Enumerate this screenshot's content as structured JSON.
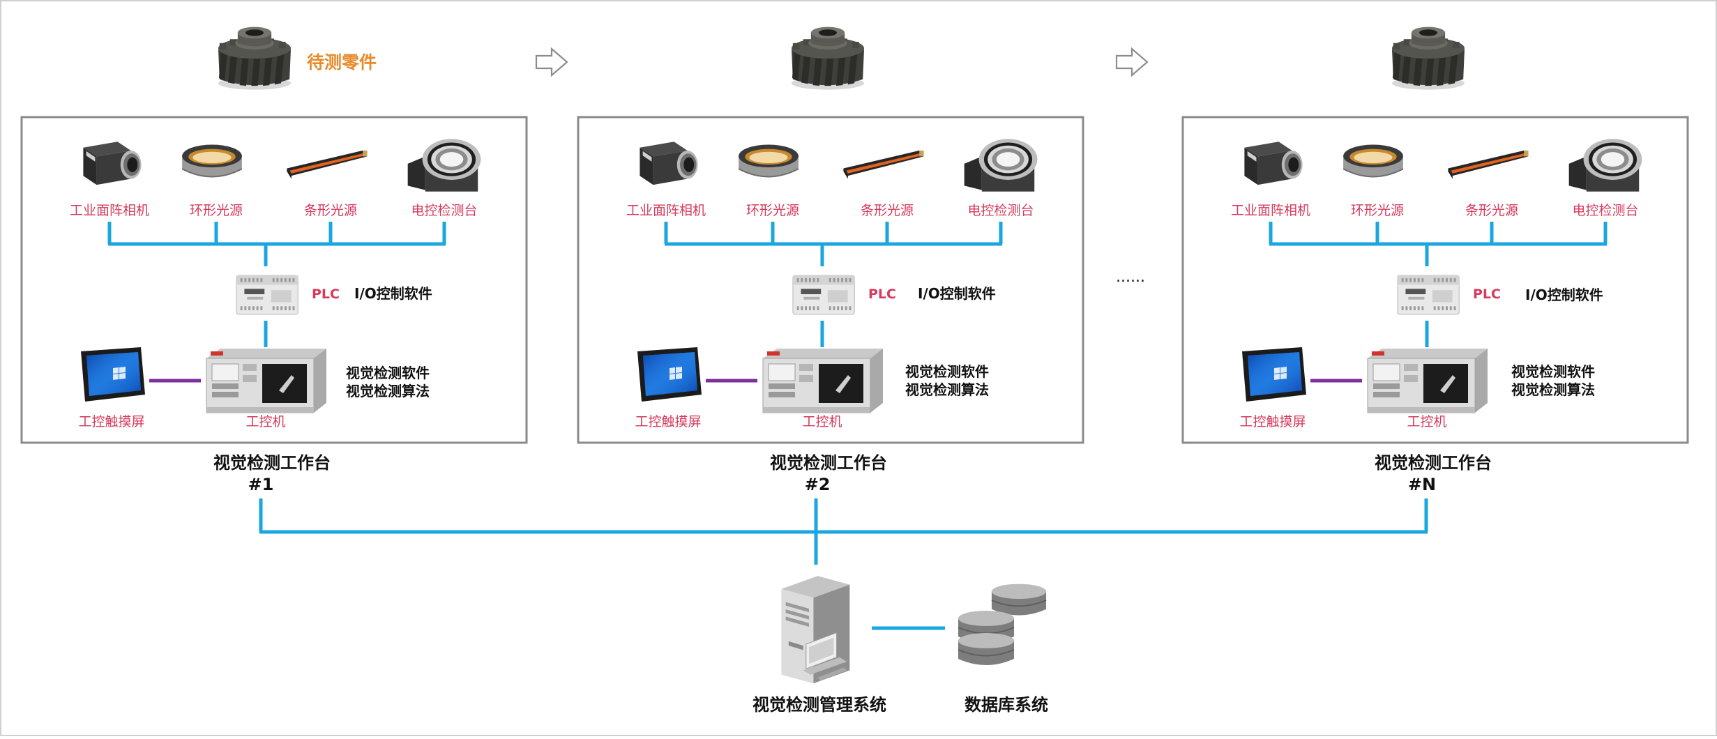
{
  "colors": {
    "bus": "#1aa7e0",
    "touchscreen_link": "#7b2f9b",
    "device_label": "#d63a5c",
    "part_label": "#e88a2a",
    "box_border": "#8a8a8a"
  },
  "part_label": "待测零件",
  "ellipsis": "......",
  "station": {
    "devices": [
      "工业面阵相机",
      "环形光源",
      "条形光源",
      "电控检测台"
    ],
    "plc_label": "PLC",
    "io_software": "I/O控制软件",
    "touchscreen_label": "工控触摸屏",
    "ipc_label": "工控机",
    "software_line1": "视觉检测软件",
    "software_line2": "视觉检测算法"
  },
  "stations": [
    {
      "title": "视觉检测工作台",
      "number": "#1"
    },
    {
      "title": "视觉检测工作台",
      "number": "#2"
    },
    {
      "title": "视觉检测工作台",
      "number": "#N"
    }
  ],
  "management": {
    "server_label": "视觉检测管理系统",
    "database_label": "数据库系统"
  },
  "icons": [
    "gear-icon",
    "arrow-right-icon",
    "camera-icon",
    "ring-light-icon",
    "bar-light-icon",
    "rotary-stage-icon",
    "plc-icon",
    "touchscreen-icon",
    "industrial-pc-icon",
    "server-icon",
    "database-icon"
  ]
}
